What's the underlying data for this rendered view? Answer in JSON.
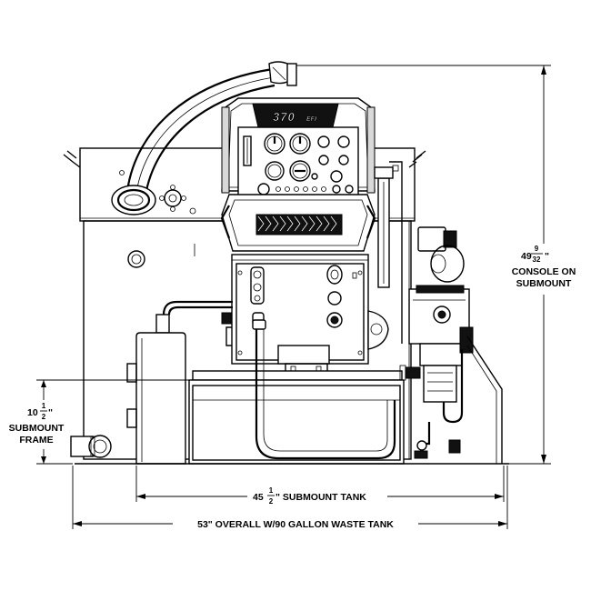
{
  "logo": {
    "model": "370",
    "suffix": "EFI"
  },
  "dimensions": {
    "console_height": {
      "whole": "49",
      "numerator": "9",
      "denominator": "32",
      "inch_mark": "\"",
      "line1": "CONSOLE ON",
      "line2": "SUBMOUNT"
    },
    "submount_frame": {
      "whole": "10",
      "numerator": "1",
      "denominator": "2",
      "inch_mark": "\"",
      "line1": "SUBMOUNT",
      "line2": "FRAME"
    },
    "submount_tank": {
      "whole": "45",
      "numerator": "1",
      "denominator": "2",
      "suffix": "\" SUBMOUNT TANK"
    },
    "overall": {
      "text": "53\" OVERALL W/90 GALLON WASTE TANK"
    }
  }
}
